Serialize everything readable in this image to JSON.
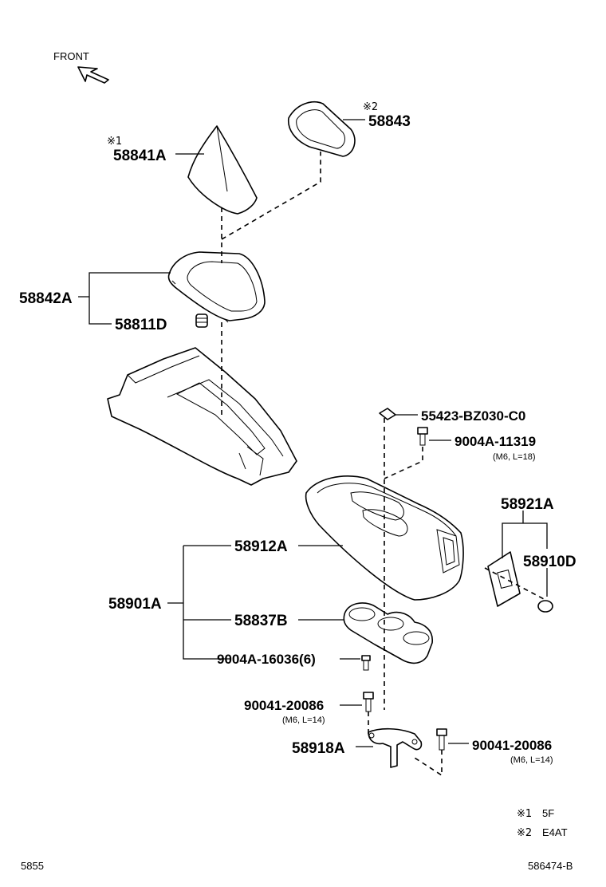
{
  "front_label": "FRONT",
  "parts": {
    "p58843": {
      "mark": "※2",
      "number": "58843"
    },
    "p58841A": {
      "mark": "※1",
      "number": "58841A"
    },
    "p58842A": {
      "number": "58842A"
    },
    "p58811D": {
      "number": "58811D"
    },
    "p55423": {
      "number": "55423-BZ030-C0"
    },
    "p9004A_11319": {
      "number": "9004A-11319",
      "spec": "(M6, L=18)"
    },
    "p58921A": {
      "number": "58921A"
    },
    "p58912A": {
      "number": "58912A"
    },
    "p58910D": {
      "number": "58910D"
    },
    "p58901A": {
      "number": "58901A"
    },
    "p58837B": {
      "number": "58837B"
    },
    "p9004A_16036": {
      "number": "9004A-16036(6)"
    },
    "p90041_left": {
      "number": "90041-20086",
      "spec": "(M6, L=14)"
    },
    "p58918A": {
      "number": "58918A"
    },
    "p90041_right": {
      "number": "90041-20086",
      "spec": "(M6, L=14)"
    }
  },
  "legend": [
    {
      "mark": "※1",
      "text": "5F"
    },
    {
      "mark": "※2",
      "text": "E4AT"
    }
  ],
  "footer": {
    "left": "5855",
    "right": "586474-B"
  }
}
